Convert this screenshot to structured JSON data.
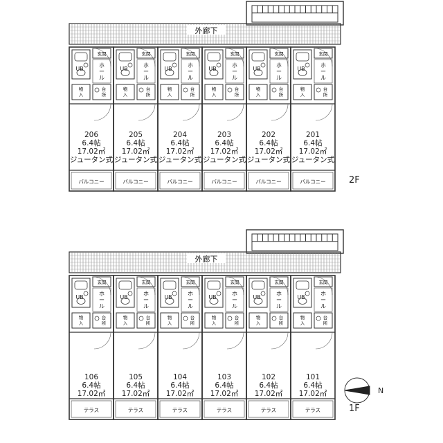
{
  "corridor_label": "外廊下",
  "room_labels": {
    "entrance": "玄関",
    "hall": "ホール",
    "kitchen": "台所",
    "storage": "物入",
    "bath": "UB"
  },
  "floors": [
    {
      "id": "2f",
      "label": "2F",
      "front_label": "バルコニー",
      "units": [
        {
          "number": "206",
          "size": "6.4帖",
          "area": "17.02㎡",
          "floor_type": "ジュータン式"
        },
        {
          "number": "205",
          "size": "6.4帖",
          "area": "17.02㎡",
          "floor_type": "ジュータン式"
        },
        {
          "number": "204",
          "size": "6.4帖",
          "area": "17.02㎡",
          "floor_type": "ジュータン式"
        },
        {
          "number": "203",
          "size": "6.4帖",
          "area": "17.02㎡",
          "floor_type": "ジュータン式"
        },
        {
          "number": "202",
          "size": "6.4帖",
          "area": "17.02㎡",
          "floor_type": "ジュータン式"
        },
        {
          "number": "201",
          "size": "6.4帖",
          "area": "17.02㎡",
          "floor_type": "ジュータン式"
        }
      ]
    },
    {
      "id": "1f",
      "label": "1F",
      "front_label": "テラス",
      "units": [
        {
          "number": "106",
          "size": "6.4帖",
          "area": "17.02㎡"
        },
        {
          "number": "105",
          "size": "6.4帖",
          "area": "17.02㎡"
        },
        {
          "number": "104",
          "size": "6.4帖",
          "area": "17.02㎡"
        },
        {
          "number": "103",
          "size": "6.4帖",
          "area": "17.02㎡"
        },
        {
          "number": "102",
          "size": "6.4帖",
          "area": "17.02㎡"
        },
        {
          "number": "101",
          "size": "6.4帖",
          "area": "17.02㎡"
        }
      ]
    }
  ],
  "compass_label": "N"
}
